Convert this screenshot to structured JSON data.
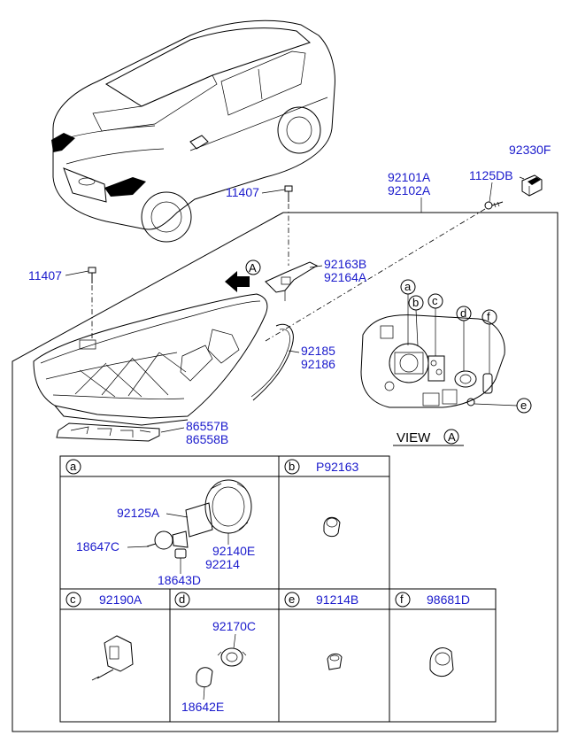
{
  "parts": {
    "p92330F": "92330F",
    "p1125DB": "1125DB",
    "p92101A": "92101A",
    "p92102A": "92102A",
    "p11407_top": "11407",
    "p11407_left": "11407",
    "p92163B": "92163B",
    "p92164A": "92164A",
    "p92185": "92185",
    "p92186": "92186",
    "p86557B": "86557B",
    "p86558B": "86558B",
    "p92125A": "92125A",
    "p18647C": "18647C",
    "p92140E": "92140E",
    "p92214": "92214",
    "p18643D": "18643D",
    "p92170C": "92170C",
    "p18642E": "18642E"
  },
  "view_label": "VIEW",
  "view_letter": "A",
  "arrow_letter": "A",
  "callouts": [
    "a",
    "b",
    "c",
    "d",
    "e",
    "f"
  ],
  "cells": {
    "a": {
      "letter": "a",
      "part": ""
    },
    "b": {
      "letter": "b",
      "part": "P92163"
    },
    "c": {
      "letter": "c",
      "part": "92190A"
    },
    "d": {
      "letter": "d",
      "part": ""
    },
    "e": {
      "letter": "e",
      "part": "91214B"
    },
    "f": {
      "letter": "f",
      "part": "98681D"
    }
  }
}
